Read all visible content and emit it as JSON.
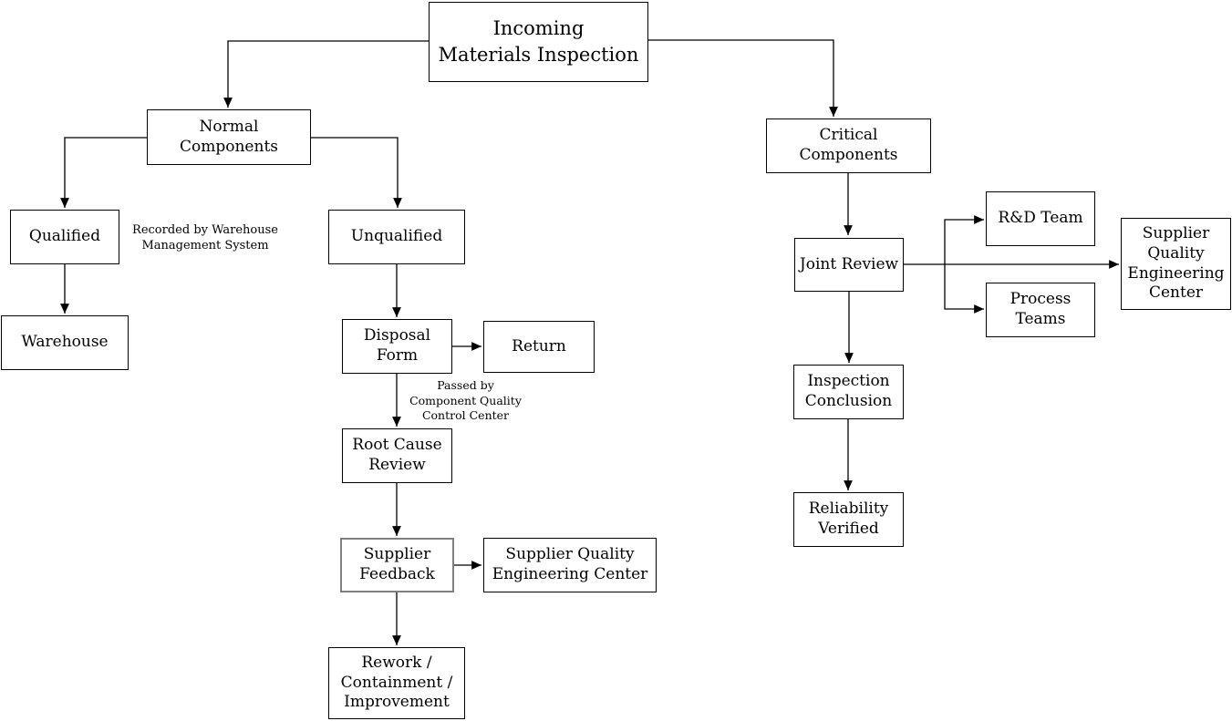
{
  "nodes": {
    "title": {
      "label": "Incoming\nMaterials Inspection"
    },
    "normal": {
      "label": "Normal Components"
    },
    "critical": {
      "label": "Critical Components"
    },
    "qualified": {
      "label": "Qualified"
    },
    "unqualified": {
      "label": "Unqualified"
    },
    "warehouse": {
      "label": "Warehouse"
    },
    "disposal": {
      "label": "Disposal\nForm"
    },
    "return_box": {
      "label": "Return"
    },
    "rootcause": {
      "label": "Root Cause\nReview"
    },
    "feedback": {
      "label": "Supplier\nFeedback"
    },
    "sqec_left": {
      "label": "Supplier Quality\nEngineering Center"
    },
    "rework": {
      "label": "Rework /\nContainment /\nImprovement"
    },
    "joint": {
      "label": "Joint Review"
    },
    "rdteam": {
      "label": "R&D Team"
    },
    "process": {
      "label": "Process\nTeams"
    },
    "sqec_right": {
      "label": "Supplier\nQuality\nEngineering\nCenter"
    },
    "inspection": {
      "label": "Inspection\nConclusion"
    },
    "reliability": {
      "label": "Reliability\nVerified"
    }
  },
  "annotations": {
    "recorded": "Recorded by Warehouse\nManagement System",
    "passed": "Passed by\nComponent Quality\nControl Center"
  },
  "colors": {
    "background": "#ffffff",
    "line": "#000000",
    "box_border": "#000000",
    "highlight_border": "#808080",
    "text": "#000000"
  }
}
